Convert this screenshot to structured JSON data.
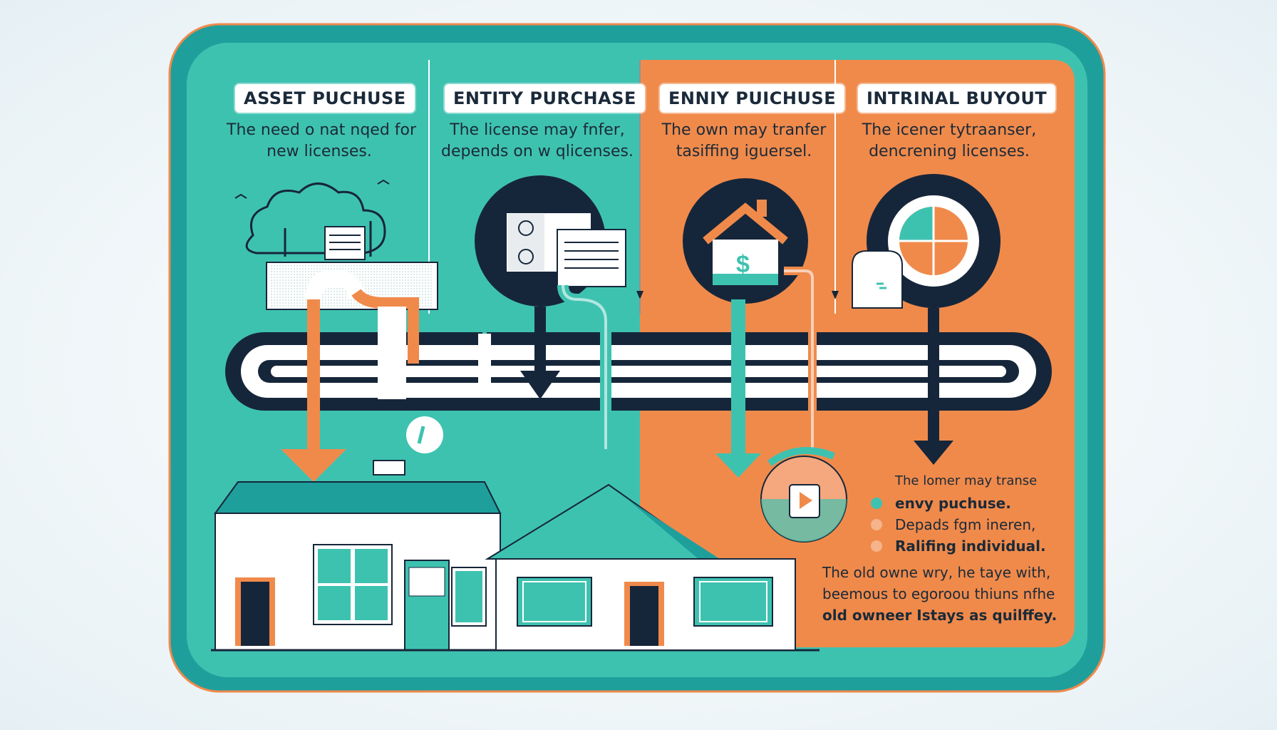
{
  "columns": [
    {
      "title": "ASSET PUCHUSE",
      "desc": [
        "The need o nat nqed for",
        "new licenses."
      ]
    },
    {
      "title": "ENTITY PURCHASE",
      "desc": [
        "The license may fnfer,",
        "depends on w qlicenses."
      ]
    },
    {
      "title": "ENNIY PUICHUSE",
      "desc": [
        "The own may tranfer",
        "tasiffing iguersel."
      ]
    },
    {
      "title": "INTRINAL BUYOUT",
      "desc": [
        "The icener tytraanser,",
        "dencrening licenses."
      ]
    }
  ],
  "side_panel": {
    "heading": "The lomer may transe",
    "bullets": [
      {
        "text": "envy puchuse.",
        "color": "#3bbfae"
      },
      {
        "text": "Depads fgm ineren,",
        "color": "#f08a4b"
      },
      {
        "text": "Ralifing individual.",
        "color": "#f08a4b"
      }
    ],
    "note": [
      "The old owne wry,  he taye with,",
      "beemous to egoroou thiuns nfhe",
      "old owneer Istays as quilffey."
    ]
  },
  "icons": {
    "dollar": "$",
    "play": "play-icon"
  },
  "colors": {
    "teal": "#3fbfae",
    "teal_dark": "#1d9a93",
    "orange": "#f08a4b",
    "navy": "#16263a",
    "white": "#ffffff"
  }
}
